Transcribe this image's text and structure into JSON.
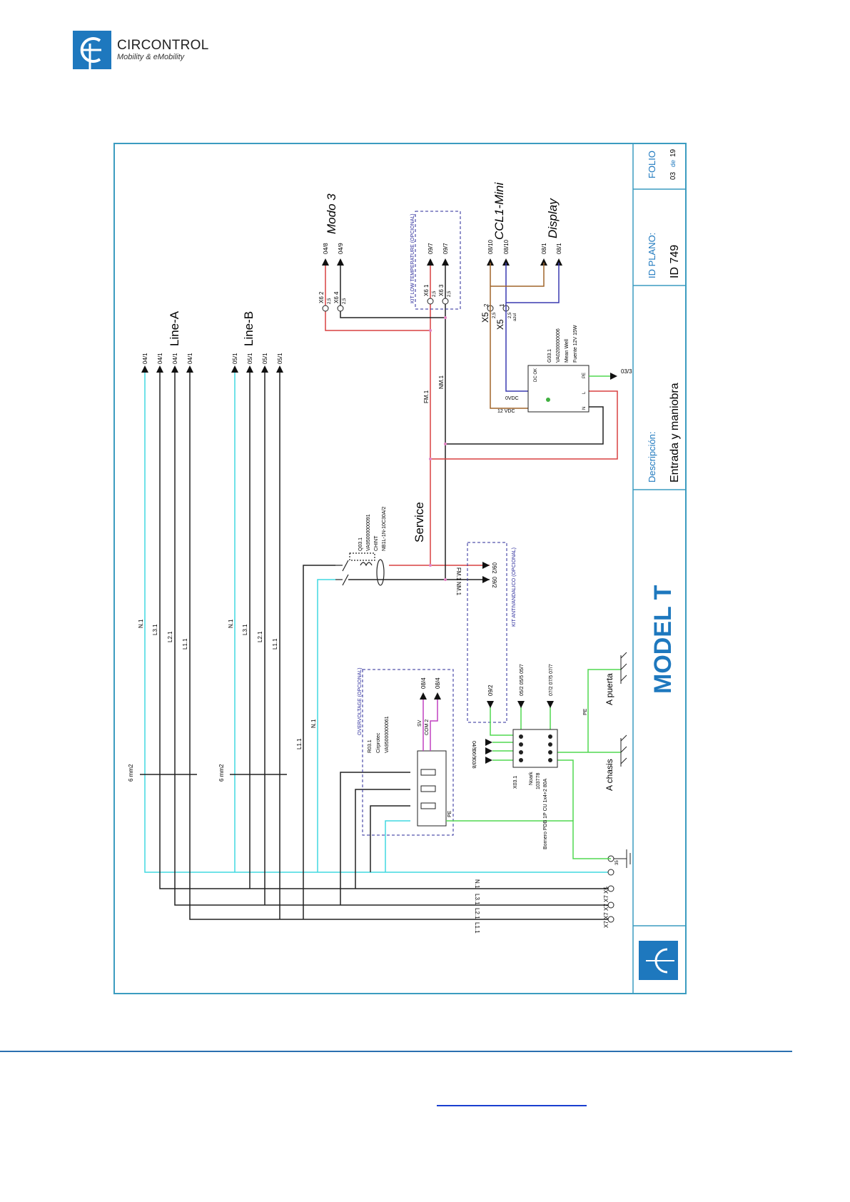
{
  "header": {
    "brand": "CIRCONTROL",
    "tagline": "Mobility & eMobility"
  },
  "title_block": {
    "folio_label": "FOLIO",
    "folio_page": "03",
    "folio_of": "de",
    "folio_total": "19",
    "id_label": "ID PLANO:",
    "id_value": "ID 749",
    "desc_label": "Descripción:",
    "desc_value": "Entrada y maniobra",
    "model": "MODEL T"
  },
  "schematic": {
    "line_a": "Line-A",
    "line_b": "Line-B",
    "bus_a_refs": [
      "04/1",
      "04/1",
      "04/1",
      "04/1"
    ],
    "bus_b_refs": [
      "05/1",
      "05/1",
      "05/1",
      "05/1"
    ],
    "bus_wires": [
      "N.1",
      "L3.1",
      "L2.1",
      "L1.1"
    ],
    "section": "6 mm2",
    "modo3": "Modo 3",
    "modo3_refs": [
      "04/8",
      "04/9"
    ],
    "x6": [
      "X6 2",
      "X6 4",
      "X6 1",
      "X6 3"
    ],
    "gauge": "2,5",
    "kit_low_temp": "KIT LOW TEMPERATURE (OPCIONAL)",
    "kit_low_temp_refs": [
      "09/7",
      "09/7"
    ],
    "ccl": "CCL1-Mini",
    "display": "Display",
    "ccl_refs": [
      "08/10",
      "08/10"
    ],
    "display_refs": [
      "08/1",
      "08/1"
    ],
    "x5": [
      "X5",
      "X5",
      "2",
      "1",
      "azul"
    ],
    "psu": [
      "G03.1",
      "VA0200000006",
      "Mean Well",
      "Fuente 12V 15W"
    ],
    "psu_pins": [
      "12 VDC",
      "0VDC",
      "DC OK",
      "N",
      "L",
      "PE"
    ],
    "psu_pe_ref": "03/3",
    "service": "Service",
    "breaker": [
      "Q03.1",
      "VA95000000091",
      "CHINT",
      "NB1L-1N-10C30A/2"
    ],
    "fm": "FM.1",
    "nm": "NM.1",
    "service_refs": [
      "09/2",
      "09/2"
    ],
    "kit_antivandal": "KIT ANTIVANDALICO (OPCIONAL)",
    "overvoltage": "OVERVOLTAGE (OPCIONAL)",
    "surge": [
      "R03.1",
      "Cirprotec",
      "VA95000000061"
    ],
    "surge_signals": [
      "SV",
      "COM 2"
    ],
    "surge_refs": [
      "08/4",
      "08/4"
    ],
    "terminal": [
      "X03.1",
      "Noark",
      "103778",
      "Bornero PDB 1P CU 1x4+2 80A"
    ],
    "terminal_refs": [
      "09/2",
      "05/2 05/5 05/7",
      "07/2 07/5 07/7",
      "04/9",
      "06/9",
      "03/8"
    ],
    "pe": "PE",
    "a_puerta": "A puerta",
    "a_chasis": "A chasis",
    "x7": "X7 X7 X7 X7 X5",
    "x7_gauge": "35"
  },
  "colors": {
    "frame": "#3b9cc0",
    "brand": "#1e78be",
    "cyan": "#40d8e0",
    "red": "#d84040",
    "brown": "#a0652a",
    "blue": "#3a3ab0",
    "green": "#50d850",
    "magenta": "#c040c0",
    "dash": "#2a2a9a"
  }
}
